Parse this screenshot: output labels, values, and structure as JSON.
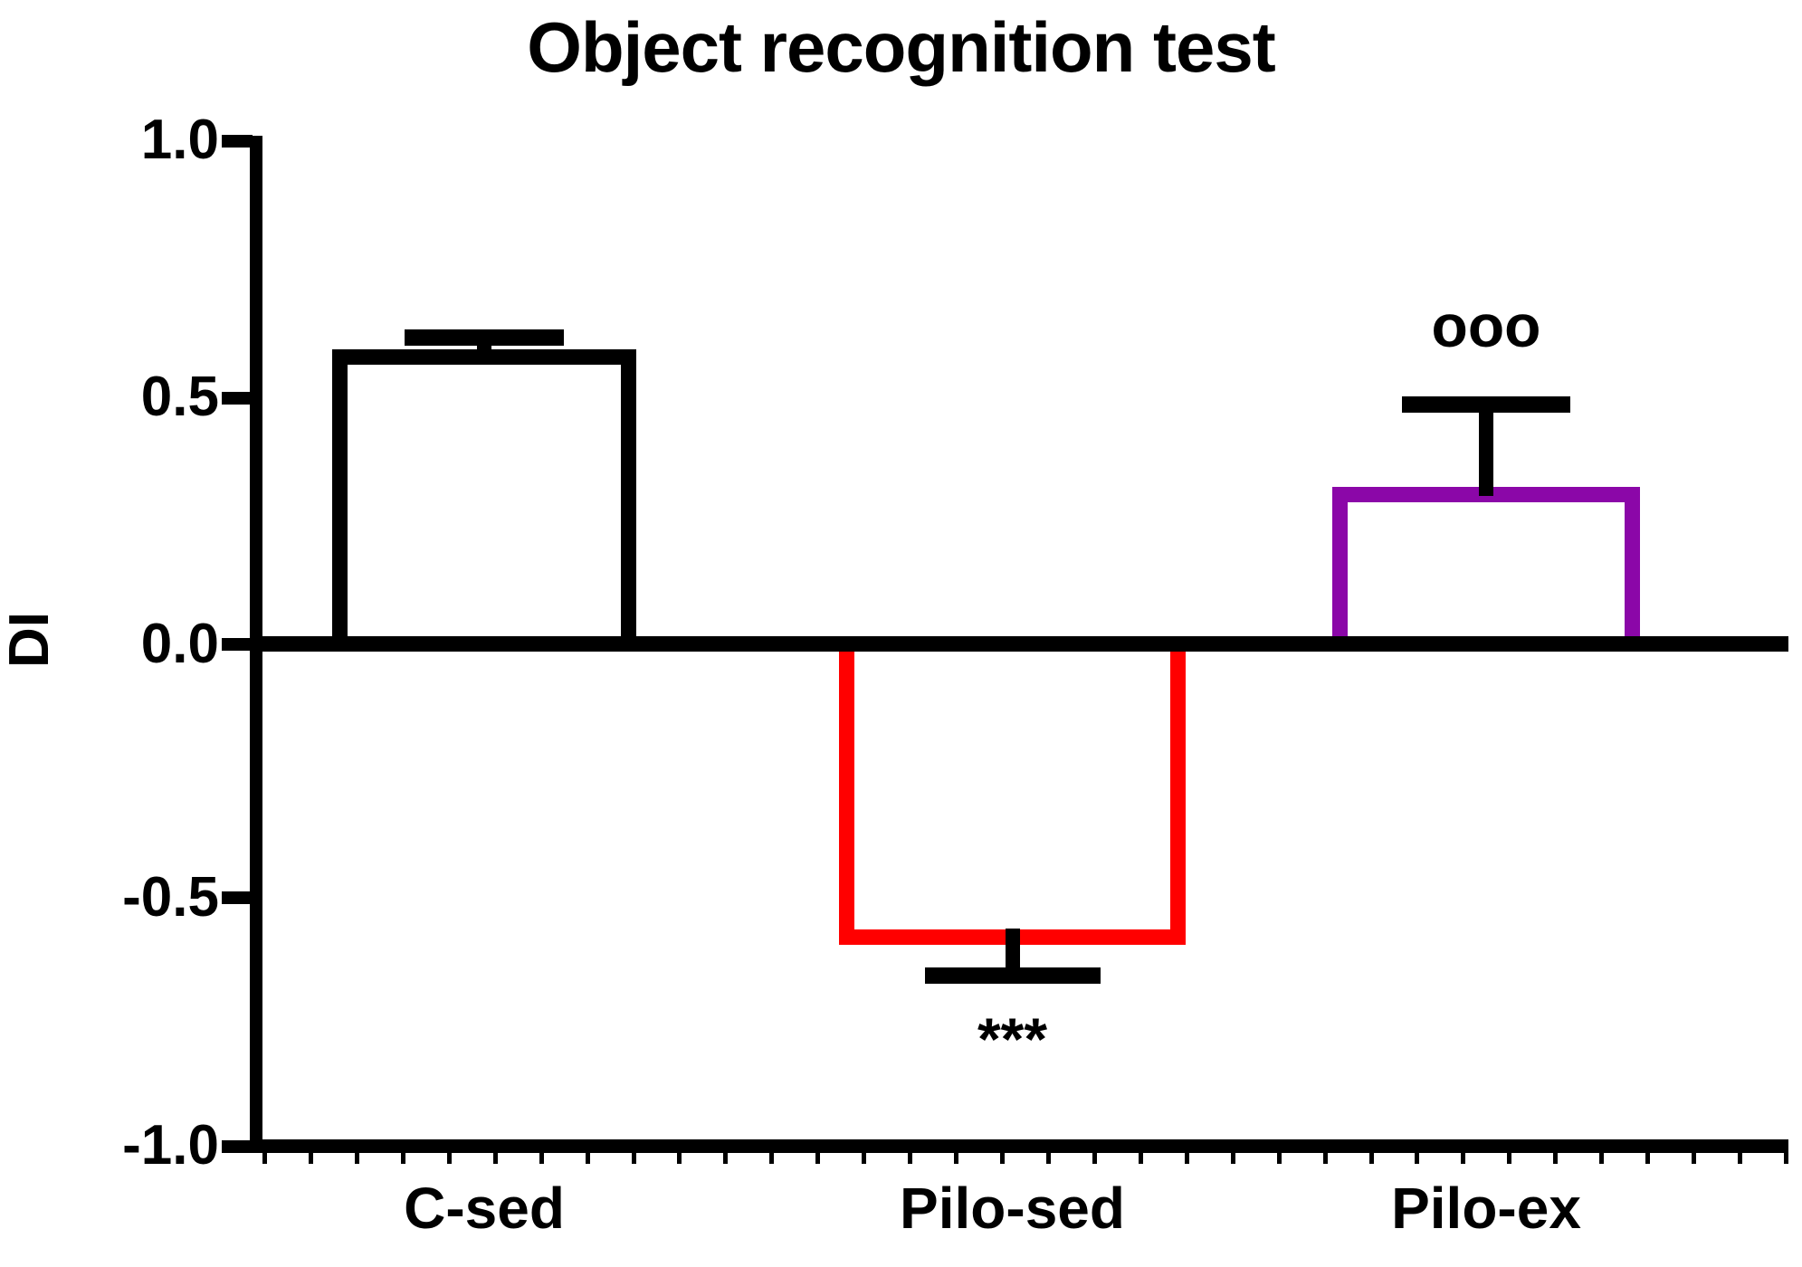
{
  "chart_data": {
    "type": "bar",
    "title": "Object recognition test",
    "xlabel": "",
    "ylabel": "DI",
    "categories": [
      "C-sed",
      "Pilo-sed",
      "Pilo-ex"
    ],
    "values": [
      0.57,
      -0.57,
      0.3
    ],
    "errors": [
      0.04,
      0.09,
      0.18
    ],
    "series": [
      {
        "name": "DI",
        "values": [
          0.57,
          -0.57,
          0.3
        ],
        "errors": [
          0.04,
          0.09,
          0.18
        ]
      }
    ],
    "ylim": [
      -1.0,
      1.0
    ],
    "yticks": [
      1.0,
      0.5,
      0.0,
      -0.5,
      -1.0
    ],
    "ytick_labels": [
      "1.0",
      "0.5",
      "0.0",
      "-0.5",
      "-1.0"
    ],
    "grid": false,
    "legend": "none",
    "bar_colors": [
      "#000000",
      "#FF0000",
      "#8B07A8"
    ],
    "bar_fill": "none",
    "annotations": [
      {
        "category": "Pilo-sed",
        "text": "***",
        "position": "below-error-bar"
      },
      {
        "category": "Pilo-ex",
        "text": "ooo",
        "position": "above-error-bar"
      }
    ]
  },
  "axis": {
    "ytick_0": "1.0",
    "ytick_1": "0.5",
    "ytick_2": "0.0",
    "ytick_3": "-0.5",
    "ytick_4": "-1.0",
    "y_title": "DI"
  },
  "categories": {
    "c0": "C-sed",
    "c1": "Pilo-sed",
    "c2": "Pilo-ex"
  },
  "annotations": {
    "stars": "***",
    "circles": "ooo"
  },
  "colors": {
    "black": "#000000",
    "red": "#FF0000",
    "purple": "#8B07A8",
    "background": "#FFFFFF"
  }
}
